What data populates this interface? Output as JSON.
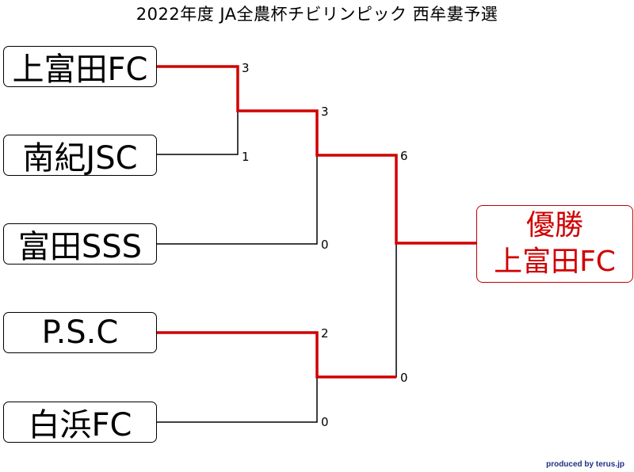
{
  "title": "2022年度 JA全農杯チビリンピック 西牟婁予選",
  "teams": [
    "上富田FC",
    "南紀JSC",
    "富田SSS",
    "P.S.C",
    "白浜FC"
  ],
  "scores": {
    "r1_top": "3",
    "r1_bottom": "1",
    "r2_top": "3",
    "r2_bottom": "0",
    "r1b_top": "2",
    "r1b_bottom": "0",
    "final_top": "6",
    "final_bottom": "0"
  },
  "winner": {
    "label": "優勝",
    "team": "上富田FC"
  },
  "credit": "produced by terus.jp",
  "colors": {
    "win_line": "#d00000",
    "lose_line": "#000000",
    "winner_text": "#d00000"
  }
}
